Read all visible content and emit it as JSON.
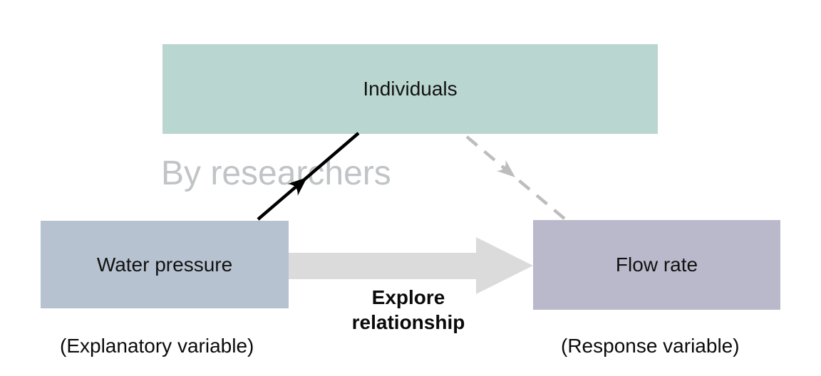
{
  "diagram": {
    "individuals_box": {
      "label": "Individuals",
      "color": "#bad6d0"
    },
    "annotation": {
      "text": "By researchers",
      "color": "#c0c4c6"
    },
    "water_pressure_box": {
      "label": "Water pressure",
      "caption": "(Explanatory variable)",
      "color": "#b7c2d0"
    },
    "flow_rate_box": {
      "label": "Flow rate",
      "caption": "(Response variable)",
      "color": "#b9b9cb"
    },
    "explore_arrow": {
      "label": "Explore relationship",
      "color": "#dbdbdb"
    },
    "solid_arrow": {
      "color": "#000000",
      "from": "Water pressure",
      "to": "Individuals"
    },
    "dashed_arrow": {
      "color": "#bdbdbd",
      "from": "Individuals",
      "to": "Flow rate"
    }
  }
}
